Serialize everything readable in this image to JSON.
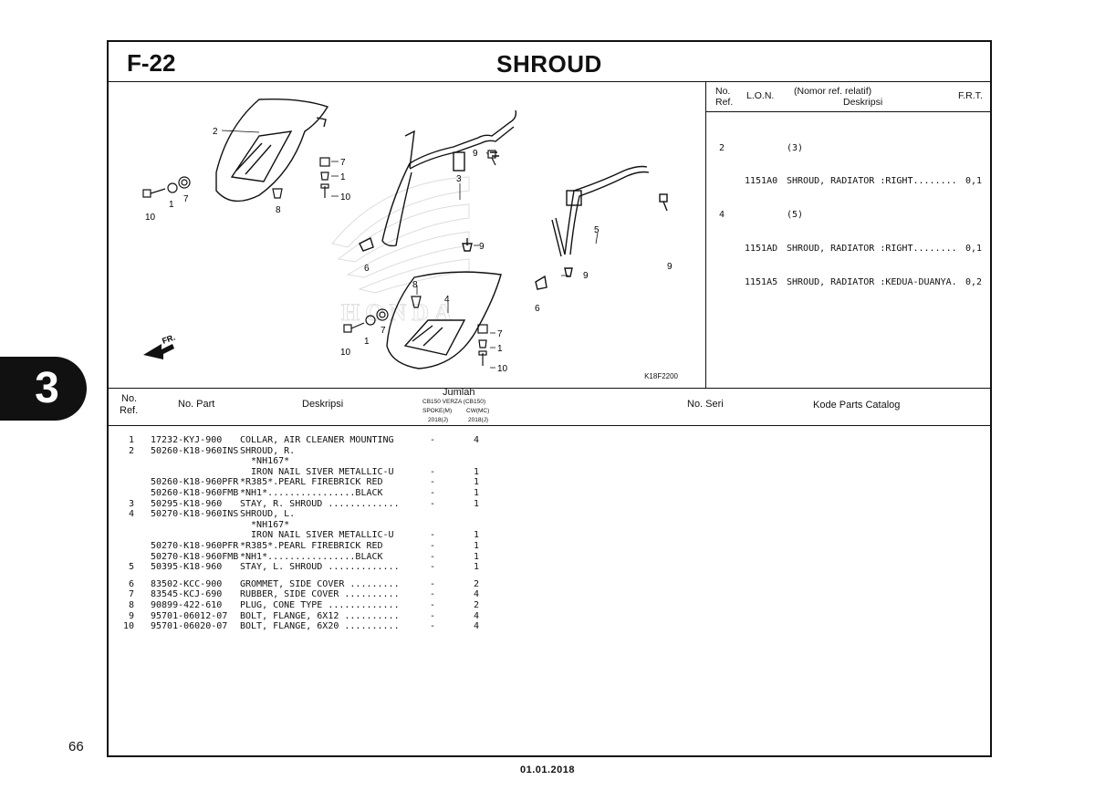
{
  "header": {
    "code": "F-22",
    "title": "SHROUD"
  },
  "diagram": {
    "figure_code": "K18F2200",
    "fr_label": "FR.",
    "watermark": "HONDA",
    "callouts": [
      "2",
      "9",
      "3",
      "7",
      "1",
      "10",
      "1",
      "7",
      "10",
      "8",
      "6",
      "9",
      "5",
      "9",
      "8",
      "4",
      "7",
      "1",
      "10",
      "9",
      "6",
      "7",
      "1",
      "10"
    ]
  },
  "ref_table": {
    "headers": {
      "no": "No.",
      "ref": "Ref.",
      "lon": "L.O.N.",
      "nomor": "(Nomor ref. relatif)",
      "deskripsi": "Deskripsi",
      "frt": "F.R.T."
    },
    "rows": [
      {
        "ref": "2",
        "lon": "",
        "desc": "(3)",
        "frt": ""
      },
      {
        "ref": "",
        "lon": "1151A0",
        "desc": "SHROUD, RADIATOR :RIGHT........",
        "frt": "0,1"
      },
      {
        "ref": "4",
        "lon": "",
        "desc": "(5)",
        "frt": ""
      },
      {
        "ref": "",
        "lon": "1151AD",
        "desc": "SHROUD, RADIATOR :RIGHT........",
        "frt": "0,1"
      },
      {
        "ref": "",
        "lon": "1151A5",
        "desc": "SHROUD, RADIATOR :KEDUA-DUANYA.",
        "frt": "0,2"
      }
    ]
  },
  "parts_table": {
    "headers": {
      "no": "No.",
      "ref": "Ref.",
      "no_part": "No. Part",
      "deskripsi": "Deskripsi",
      "jumlah": "Jumlah",
      "variant1": "CB150 VERZA (CB150)",
      "spoke": "SPOKE(M)",
      "cw": "CW(MC)",
      "year1": "2018(J)",
      "year2": "2018(J)",
      "no_seri": "No. Seri",
      "kode": "Kode Parts Catalog"
    },
    "rows": [
      {
        "ref": "1",
        "part": "17232-KYJ-900",
        "desc": "COLLAR, AIR CLEANER MOUNTING",
        "q1": "-",
        "q2": "4"
      },
      {
        "ref": "2",
        "part": "50260-K18-960INS",
        "desc": "SHROUD, R.",
        "q1": "",
        "q2": ""
      },
      {
        "ref": "",
        "part": "",
        "desc": "  *NH167*",
        "q1": "",
        "q2": ""
      },
      {
        "ref": "",
        "part": "",
        "desc": "  IRON NAIL SIVER METALLIC-U",
        "q1": "-",
        "q2": "1"
      },
      {
        "ref": "",
        "part": "50260-K18-960PFR",
        "desc": "*R385*.PEARL FIREBRICK RED",
        "q1": "-",
        "q2": "1"
      },
      {
        "ref": "",
        "part": "50260-K18-960FMB",
        "desc": "*NH1*................BLACK",
        "q1": "-",
        "q2": "1"
      },
      {
        "ref": "3",
        "part": "50295-K18-960",
        "desc": "STAY, R. SHROUD .............",
        "q1": "-",
        "q2": "1"
      },
      {
        "ref": "4",
        "part": "50270-K18-960INS",
        "desc": "SHROUD, L.",
        "q1": "",
        "q2": ""
      },
      {
        "ref": "",
        "part": "",
        "desc": "  *NH167*",
        "q1": "",
        "q2": ""
      },
      {
        "ref": "",
        "part": "",
        "desc": "  IRON NAIL SIVER METALLIC-U",
        "q1": "-",
        "q2": "1"
      },
      {
        "ref": "",
        "part": "50270-K18-960PFR",
        "desc": "*R385*.PEARL FIREBRICK RED",
        "q1": "-",
        "q2": "1"
      },
      {
        "ref": "",
        "part": "50270-K18-960FMB",
        "desc": "*NH1*................BLACK",
        "q1": "-",
        "q2": "1"
      },
      {
        "ref": "5",
        "part": "50395-K18-960",
        "desc": "STAY, L. SHROUD .............",
        "q1": "-",
        "q2": "1"
      },
      {
        "ref": "6",
        "part": "83502-KCC-900",
        "desc": "GROMMET, SIDE COVER .........",
        "q1": "-",
        "q2": "2",
        "gap": true
      },
      {
        "ref": "7",
        "part": "83545-KCJ-690",
        "desc": "RUBBER, SIDE COVER ..........",
        "q1": "-",
        "q2": "4"
      },
      {
        "ref": "8",
        "part": "90899-422-610",
        "desc": "PLUG, CONE TYPE .............",
        "q1": "-",
        "q2": "2"
      },
      {
        "ref": "9",
        "part": "95701-06012-07",
        "desc": "BOLT, FLANGE, 6X12 ..........",
        "q1": "-",
        "q2": "4"
      },
      {
        "ref": "10",
        "part": "95701-06020-07",
        "desc": "BOLT, FLANGE, 6X20 ..........",
        "q1": "-",
        "q2": "4"
      }
    ]
  },
  "section_tab": "3",
  "page_number": "66",
  "date": "01.01.2018"
}
